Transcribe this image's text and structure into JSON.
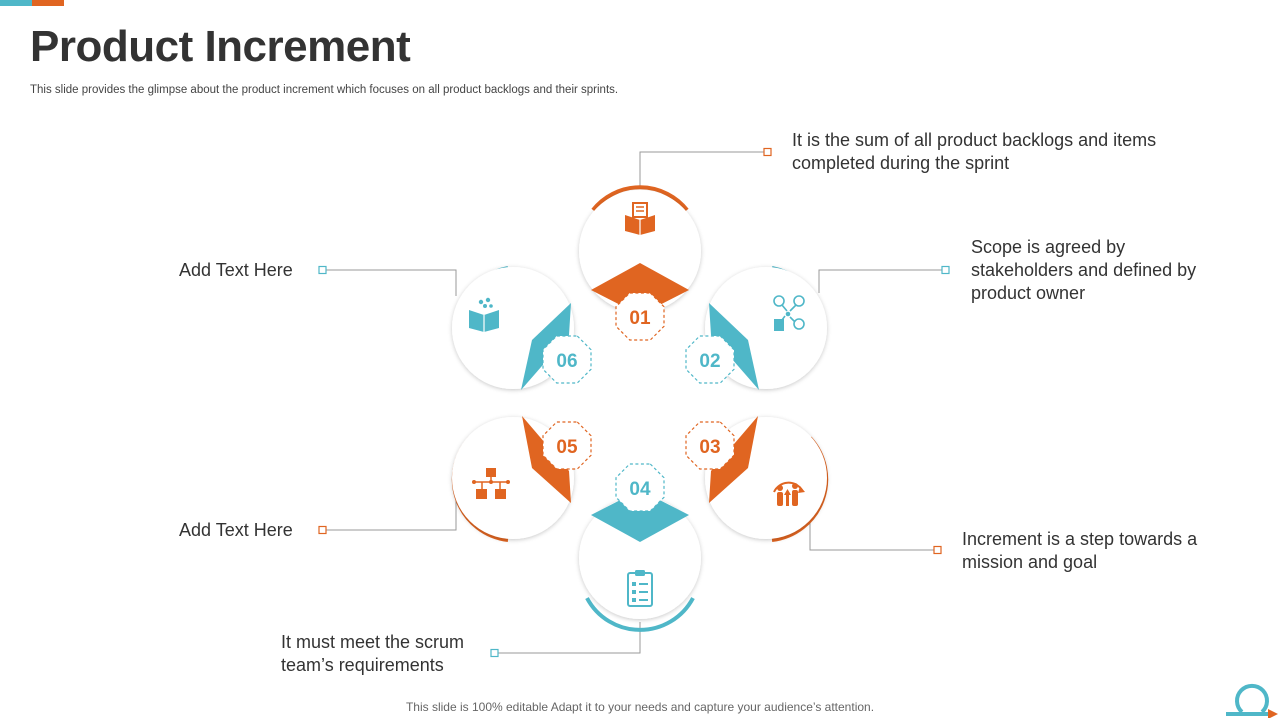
{
  "slide": {
    "title": "Product Increment",
    "subtitle": "This slide provides the glimpse about the product increment which focuses on all product backlogs and their sprints.",
    "footer": "This slide is 100% editable Adapt it to your needs and capture your audience’s attention."
  },
  "colors": {
    "orange": "#e06521",
    "teal": "#4fb7c8",
    "text": "#333333",
    "connector": "#9a9a9a"
  },
  "steps": [
    {
      "number": "01",
      "color": "orange",
      "icon": "box-with-document-icon",
      "text": "It is the sum of all product backlogs and items completed during the sprint"
    },
    {
      "number": "02",
      "color": "teal",
      "icon": "stakeholder-network-icon",
      "text": "Scope is agreed by stakeholders and defined by product owner"
    },
    {
      "number": "03",
      "color": "orange",
      "icon": "people-growth-icon",
      "text": "Increment is a step towards a mission and goal"
    },
    {
      "number": "04",
      "color": "teal",
      "icon": "clipboard-checklist-icon",
      "text": "It must meet the scrum team’s requirements"
    },
    {
      "number": "05",
      "color": "orange",
      "icon": "box-hierarchy-icon",
      "text": "Add Text Here"
    },
    {
      "number": "06",
      "color": "teal",
      "icon": "open-box-icon",
      "text": "Add Text Here"
    }
  ]
}
